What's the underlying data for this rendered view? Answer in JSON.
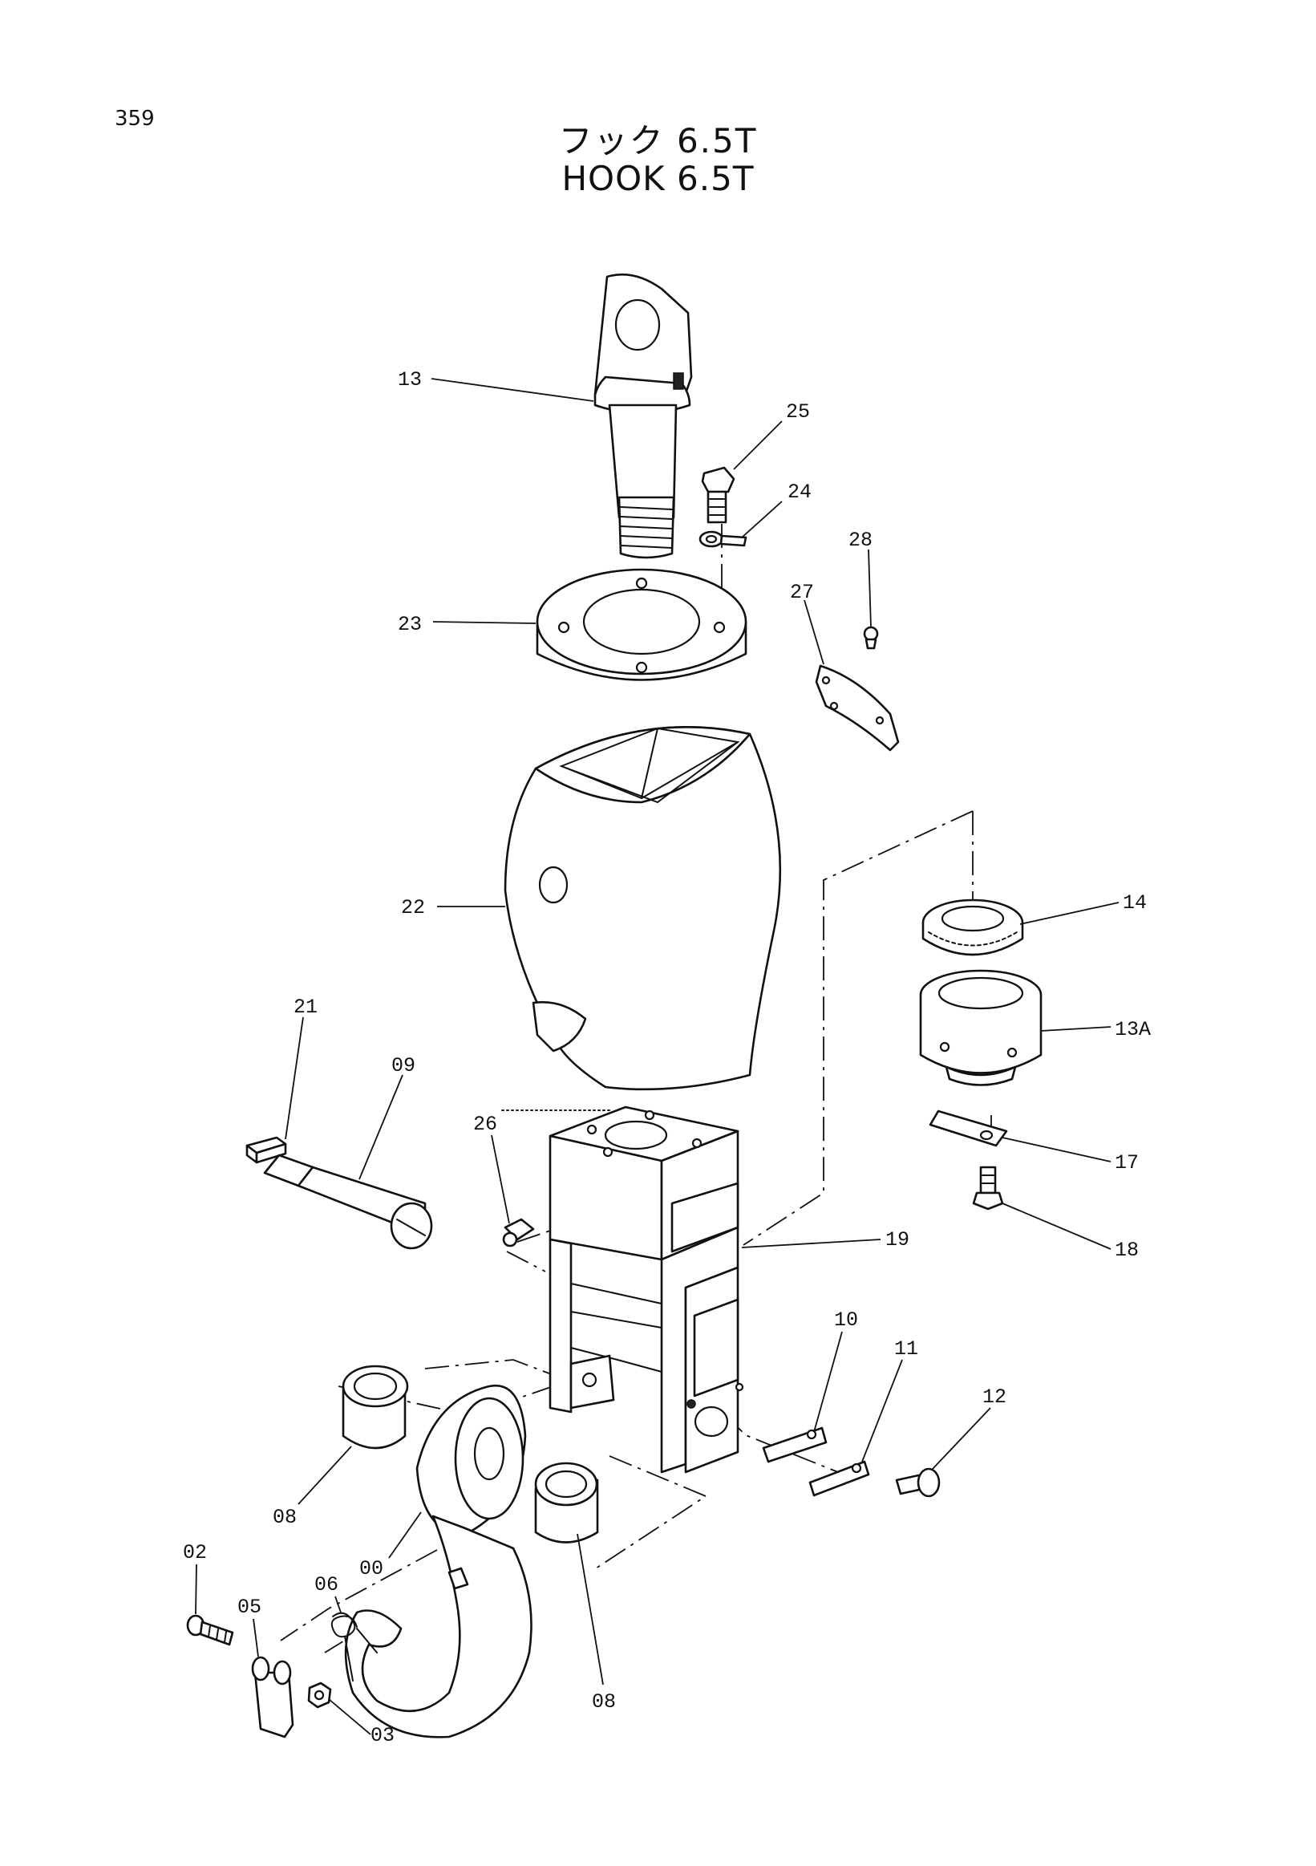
{
  "page": {
    "number": "359"
  },
  "title": {
    "japanese": "フック 6.5T",
    "english": "HOOK 6.5T"
  },
  "callouts": {
    "c13": "13",
    "c25": "25",
    "c24": "24",
    "c28": "28",
    "c27": "27",
    "c23": "23",
    "c22": "22",
    "c14": "14",
    "c13a": "13A",
    "c21": "21",
    "c09": "09",
    "c26": "26",
    "c17": "17",
    "c18": "18",
    "c19": "19",
    "c10": "10",
    "c11": "11",
    "c12": "12",
    "c08a": "08",
    "c00": "00",
    "c02": "02",
    "c06": "06",
    "c05": "05",
    "c08b": "08",
    "c03": "03"
  }
}
